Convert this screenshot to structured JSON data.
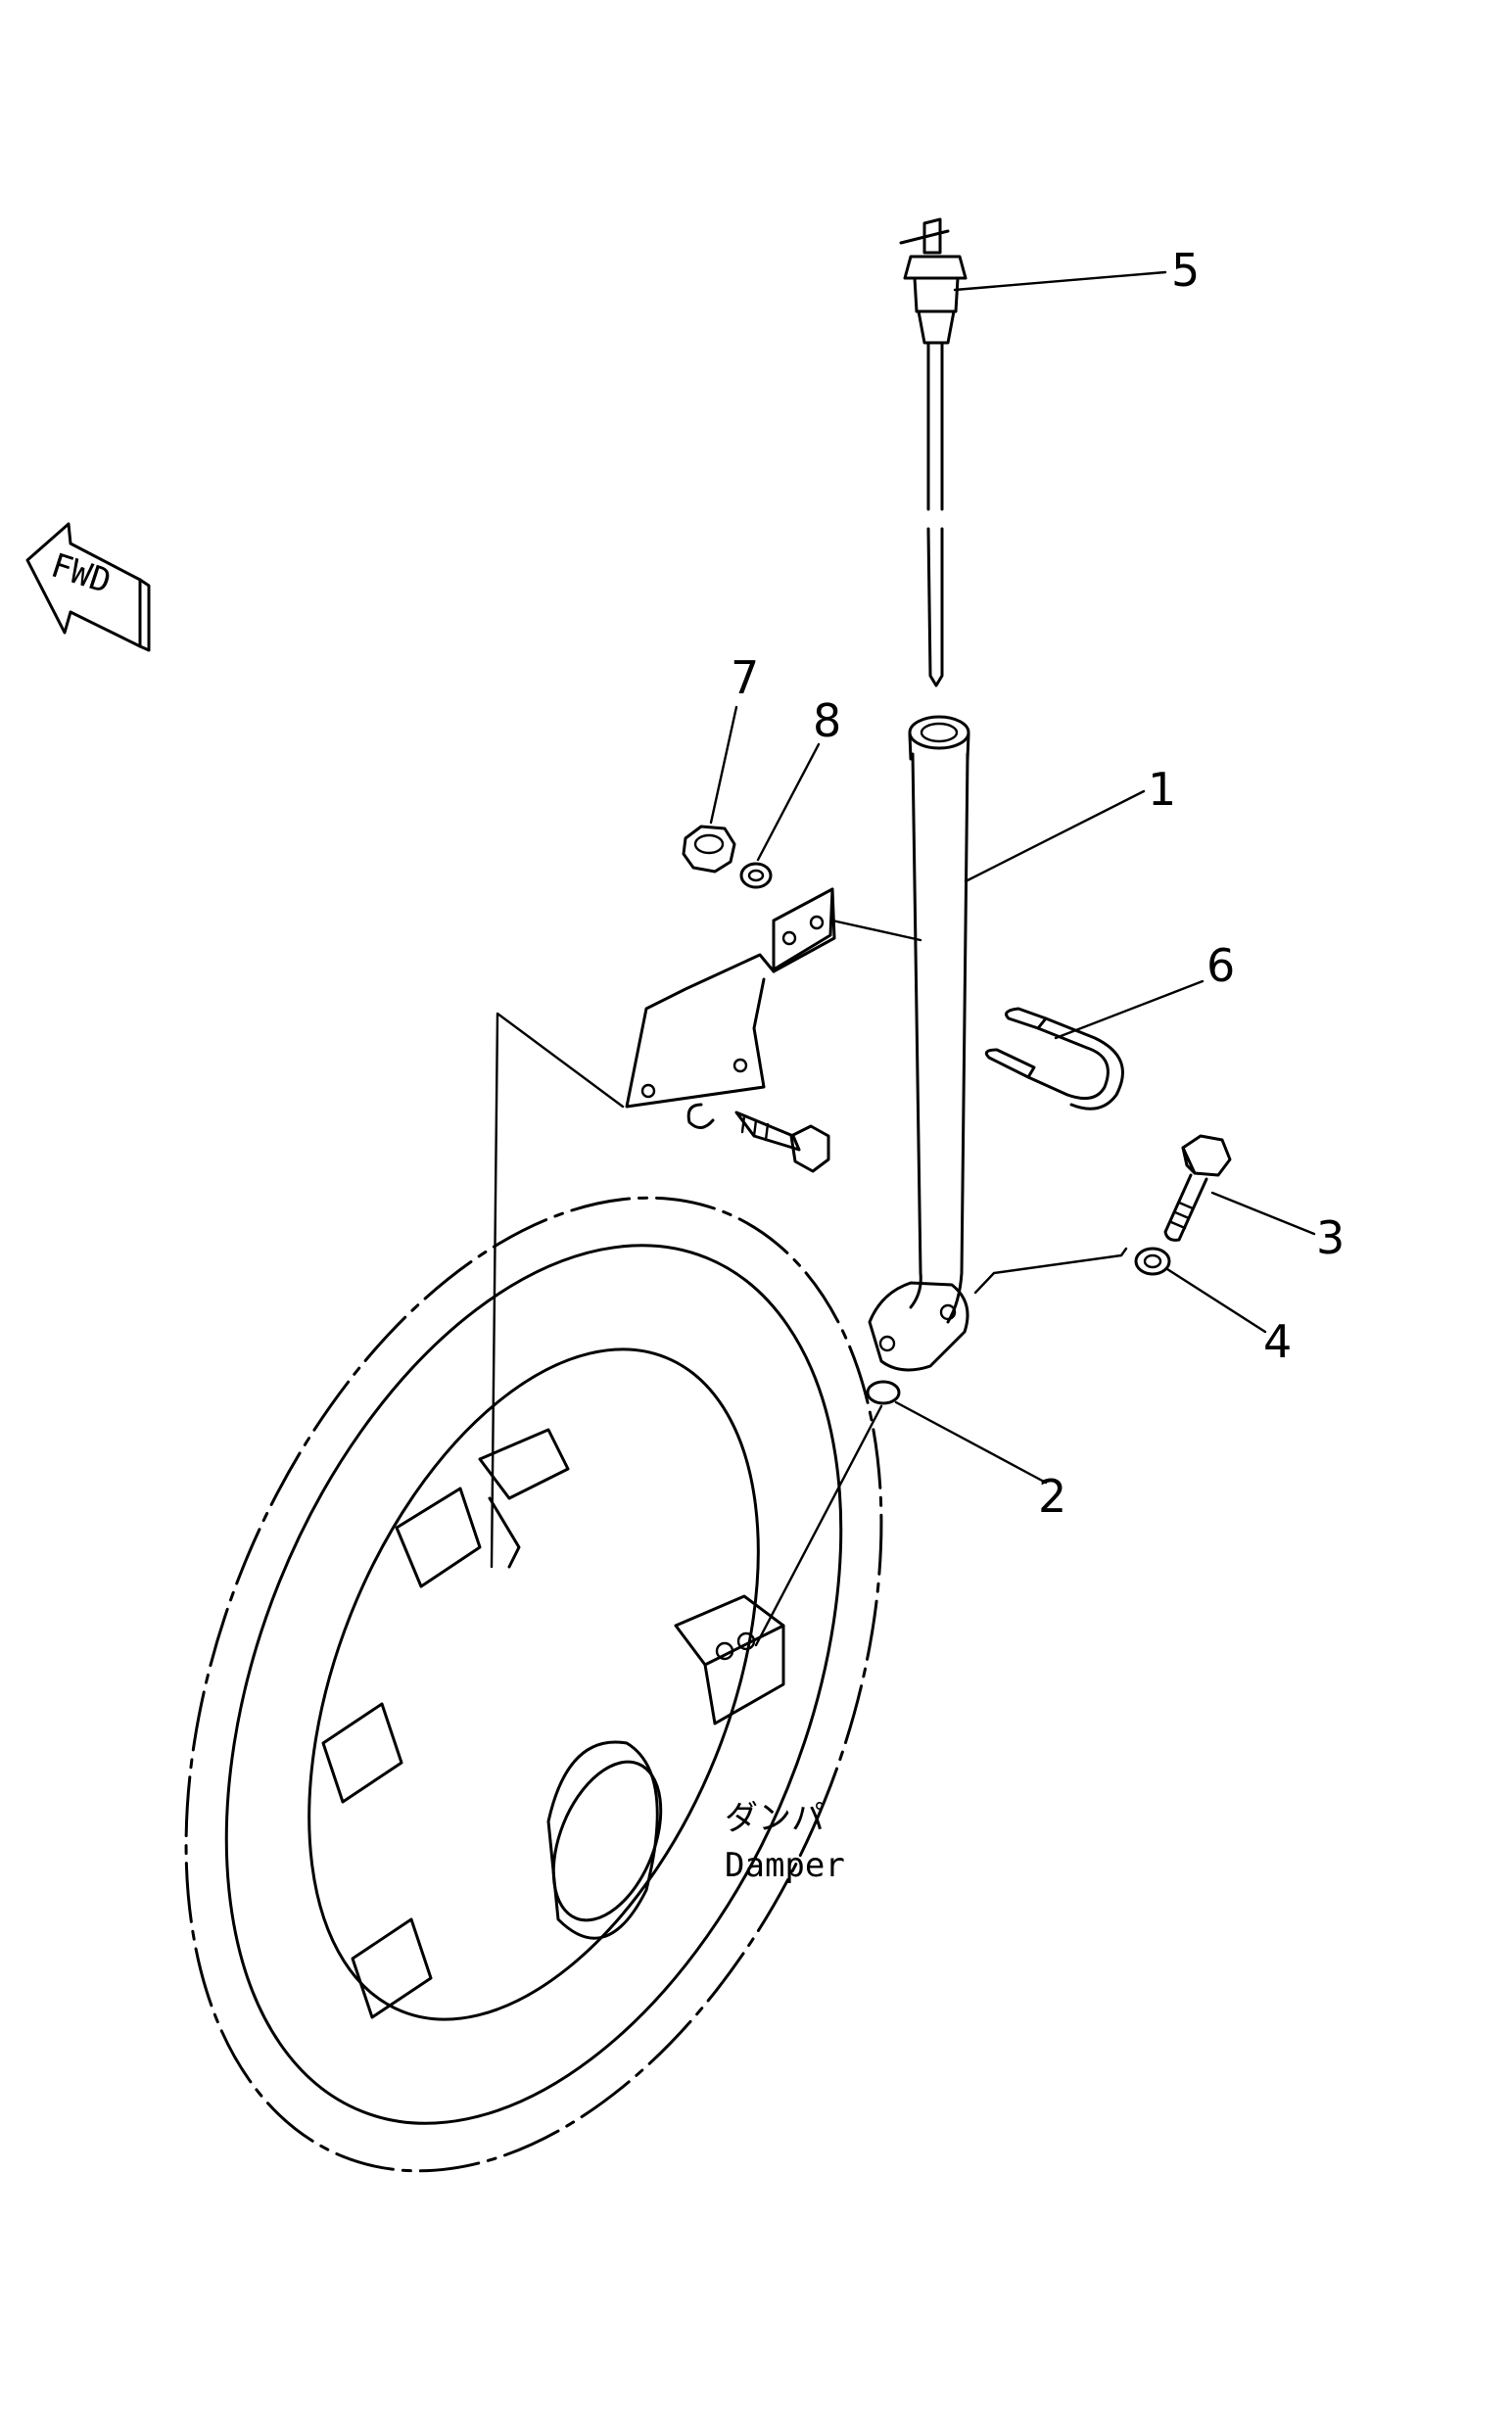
{
  "callouts": [
    {
      "id": "1",
      "label": "1"
    },
    {
      "id": "2",
      "label": "2"
    },
    {
      "id": "3",
      "label": "3"
    },
    {
      "id": "4",
      "label": "4"
    },
    {
      "id": "5",
      "label": "5"
    },
    {
      "id": "6",
      "label": "6"
    },
    {
      "id": "7",
      "label": "7"
    },
    {
      "id": "8",
      "label": "8"
    }
  ],
  "fwd_marker": {
    "label": "FWD"
  },
  "damper": {
    "label_jp": "ダンパ",
    "label_en": "Damper"
  }
}
